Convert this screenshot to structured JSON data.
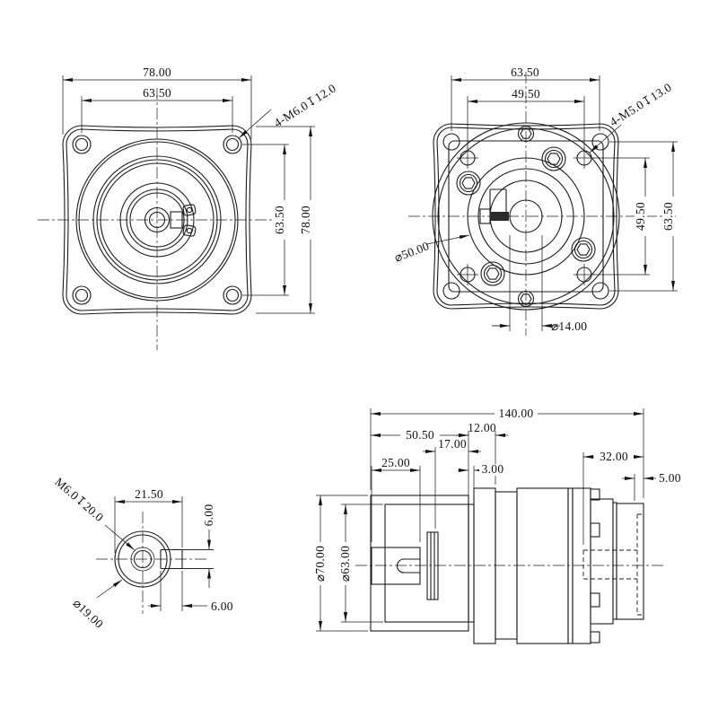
{
  "drawing": {
    "type": "engineering-drawing",
    "part": "planetary-gearbox-motor",
    "line_color": "#1c1c1c",
    "background": "#ffffff",
    "views": {
      "front": {
        "label": "front-flange-view",
        "dims": {
          "width": "78.00",
          "bolt_spacing_h": "63.50",
          "thread_callout": "4-M6.0↧12.0",
          "bolt_spacing_v": "63.50",
          "height": "78.00"
        }
      },
      "rear": {
        "label": "rear-flange-view",
        "dims": {
          "bolt_spacing_h": "63.50",
          "screw_spacing_h": "49.50",
          "thread_callout": "4-M5.0↧13.0",
          "pilot_diameter": "⌀50.00",
          "screw_spacing_v": "49.50",
          "bolt_spacing_v": "63.50",
          "bore_diameter": "⌀14.00"
        }
      },
      "shaft_end": {
        "label": "output-shaft-end-view",
        "dims": {
          "tap_callout": "M6.0↧20.0",
          "shaft_with_key": "21.50",
          "key_width": "6.00",
          "shaft_diameter": "⌀19.00",
          "key_length": "6.00"
        }
      },
      "side": {
        "label": "side-section-view",
        "dims": {
          "overall_length": "140.00",
          "gearbox_length": "50.50",
          "flange_thickness": "12.00",
          "hub_to_flange": "17.00",
          "shaft_length": "25.00",
          "pilot_step": "3.00",
          "motor_rear_length": "32.00",
          "rear_cap": "5.00",
          "body_diameter": "⌀70.00",
          "pilot_diameter": "⌀63.00"
        }
      }
    }
  }
}
